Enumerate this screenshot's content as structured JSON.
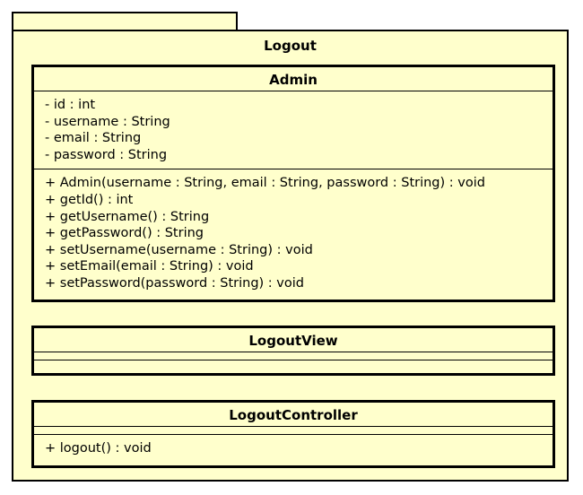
{
  "package": {
    "name": "Logout"
  },
  "classes": [
    {
      "name": "Admin",
      "attributes": [
        "- id : int",
        "- username : String",
        "- email : String",
        "- password : String"
      ],
      "operations": [
        "+ Admin(username : String, email : String, password : String) : void",
        "+ getId() : int",
        "+ getUsername() : String",
        "+ getPassword() : String",
        "+ setUsername(username : String) : void",
        "+ setEmail(email : String) : void",
        "+ setPassword(password : String) : void"
      ]
    },
    {
      "name": "LogoutView",
      "attributes": [],
      "operations": []
    },
    {
      "name": "LogoutController",
      "attributes": [],
      "operations": [
        "+ logout() : void"
      ]
    }
  ]
}
